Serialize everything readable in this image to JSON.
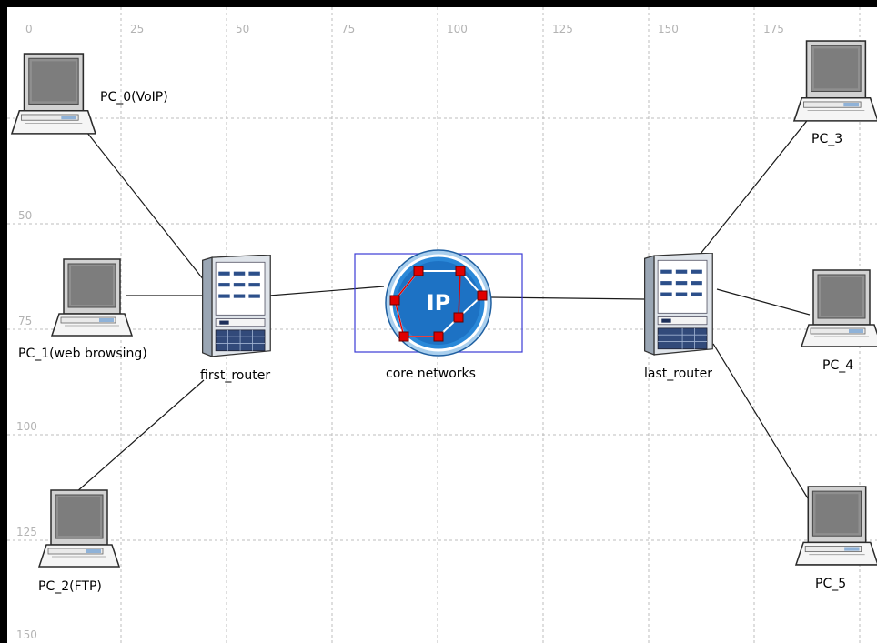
{
  "diagram": {
    "x_ruler": [
      "0",
      "25",
      "50",
      "75",
      "100",
      "125",
      "150",
      "175"
    ],
    "y_ruler": [
      "50",
      "75",
      "100",
      "125",
      "150"
    ],
    "nodes": {
      "pc0": {
        "label": "PC_0(VoIP)",
        "icon": "pc-workstation-icon"
      },
      "pc1": {
        "label": "PC_1(web browsing)",
        "icon": "pc-workstation-icon"
      },
      "pc2": {
        "label": "PC_2(FTP)",
        "icon": "pc-workstation-icon"
      },
      "first_router": {
        "label": "first_router",
        "icon": "router-icon"
      },
      "core": {
        "label": "core networks",
        "icon": "ip-cloud-icon",
        "ip_text": "IP"
      },
      "last_router": {
        "label": "last_router",
        "icon": "router-icon"
      },
      "pc3": {
        "label": "PC_3",
        "icon": "pc-workstation-icon"
      },
      "pc4": {
        "label": "PC_4",
        "icon": "pc-workstation-icon"
      },
      "pc5": {
        "label": "PC_5",
        "icon": "pc-workstation-icon"
      }
    },
    "links": [
      [
        "pc0",
        "first_router"
      ],
      [
        "pc1",
        "first_router"
      ],
      [
        "pc2",
        "first_router"
      ],
      [
        "first_router",
        "core"
      ],
      [
        "core",
        "last_router"
      ],
      [
        "last_router",
        "pc3"
      ],
      [
        "last_router",
        "pc4"
      ],
      [
        "last_router",
        "pc5"
      ]
    ],
    "colors": {
      "grid": "#bcbcbc",
      "selection": "#3b3bd6",
      "ip_globe": "#2a88d8",
      "ip_node": "#e00000"
    }
  }
}
